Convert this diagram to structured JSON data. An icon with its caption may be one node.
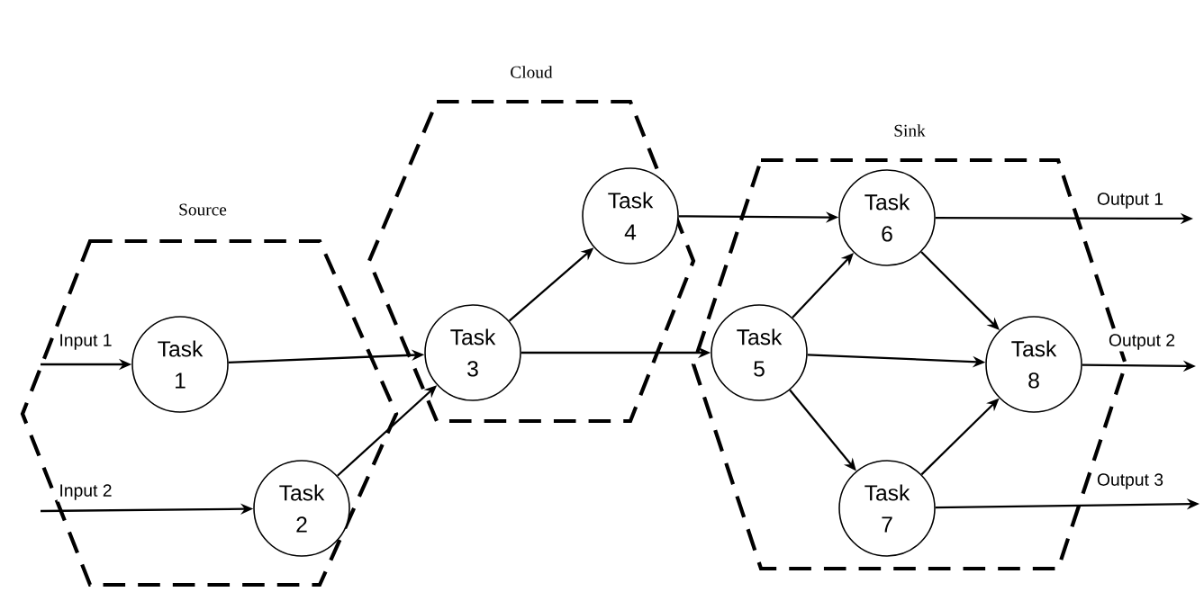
{
  "diagram": {
    "nodes": [
      {
        "text": [
          "Source"
        ]
      },
      {
        "text": [
          "Cloud"
        ]
      },
      {
        "text": [
          "Sink"
        ]
      },
      {
        "text": [
          "Task 1"
        ],
        "in": 0
      },
      {
        "text": [
          "Task 2"
        ],
        "in": 0
      },
      {
        "text": [
          "Task 3"
        ],
        "in": 1
      },
      {
        "text": [
          "Task 4"
        ],
        "in": 1
      },
      {
        "text": [
          "Task 5"
        ],
        "in": 2
      },
      {
        "text": [
          "Task 6"
        ],
        "in": 2
      },
      {
        "text": [
          "Task 7"
        ],
        "in": 2
      },
      {
        "text": [
          "Task 8"
        ],
        "in": 2
      }
    ],
    "edges": [
      {
        "from": null,
        "to": 3,
        "arrow": "to",
        "label": "Input 1"
      },
      {
        "from": null,
        "to": 4,
        "arrow": "to",
        "label": "Input 2"
      },
      {
        "from": 3,
        "to": 5,
        "arrow": "to"
      },
      {
        "from": 4,
        "to": 5,
        "arrow": "to"
      },
      {
        "from": 5,
        "to": 6,
        "arrow": "to"
      },
      {
        "from": 5,
        "to": 7,
        "arrow": "to"
      },
      {
        "from": 6,
        "to": 8,
        "arrow": "to"
      },
      {
        "from": 7,
        "to": 8,
        "arrow": "to"
      },
      {
        "from": 7,
        "to": 10,
        "arrow": "to"
      },
      {
        "from": 7,
        "to": 9,
        "arrow": "to"
      },
      {
        "from": 8,
        "to": 10,
        "arrow": "to"
      },
      {
        "from": 9,
        "to": 10,
        "arrow": "to"
      },
      {
        "from": 8,
        "to": null,
        "arrow": "to",
        "label": "Output 1"
      },
      {
        "from": 10,
        "to": null,
        "arrow": "to",
        "label": "Output 2"
      },
      {
        "from": 9,
        "to": null,
        "arrow": "to",
        "label": "Output 3"
      }
    ]
  }
}
